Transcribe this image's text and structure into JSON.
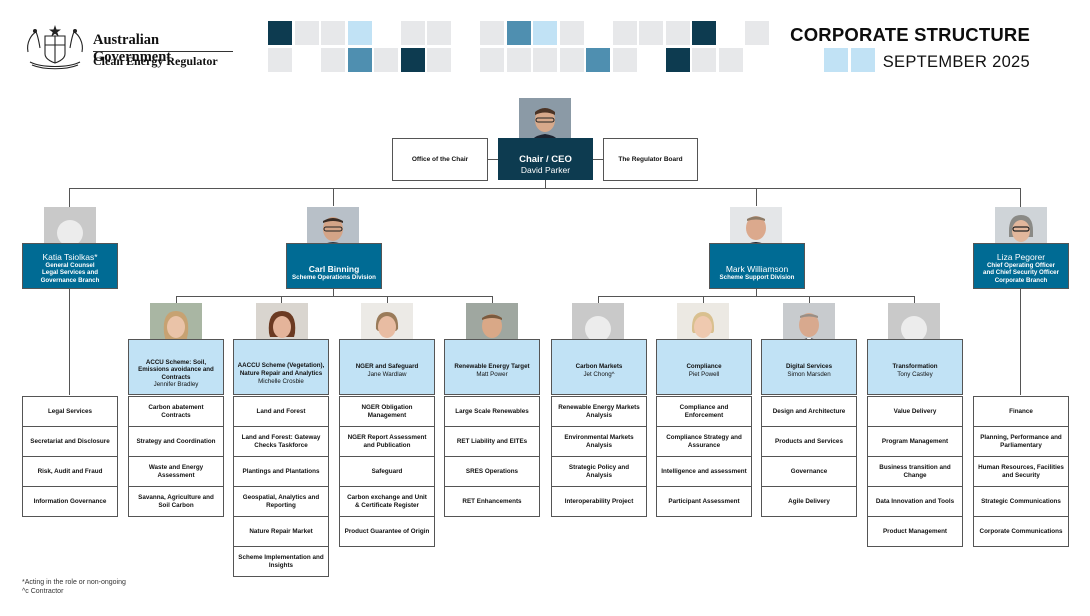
{
  "header": {
    "org_name": "Australian Government",
    "org_sub": "Clean Energy Regulator",
    "title": "CORPORATE STRUCTURE",
    "date": "SEPTEMBER 2025"
  },
  "colors": {
    "ceo_box": "#0d3b50",
    "exec_box": "#006b94",
    "branch_box": "#c1e2f5",
    "tile_dark": "#0d3b50",
    "tile_mid": "#005a80",
    "tile_steel": "#4f8fb0",
    "tile_light": "#c1e2f5",
    "tile_grey": "#e7e8ea"
  },
  "top": {
    "office_of_chair": "Office of the Chair",
    "ceo_title": "Chair / CEO",
    "ceo_name": "David Parker",
    "regulator_board": "The Regulator Board"
  },
  "executives": [
    {
      "name": "Katia Tsiolkas*",
      "role": "General Counsel\nLegal Services and\nGovernance Branch"
    },
    {
      "name": "Carl Binning",
      "role": "Scheme Operations Division"
    },
    {
      "name": "Mark Williamson",
      "role": "Scheme Support Division"
    },
    {
      "name": "Liza Pegorer",
      "role": "Chief Operating Officer\nand Chief Security Officer\nCorporate Branch"
    }
  ],
  "branches": [
    {
      "title": "ACCU Scheme: Soil, Emissions avoidance and Contracts",
      "name": "Jennifer Bradley"
    },
    {
      "title": "AACCU Scheme (Vegetation), Nature Repair and Analytics",
      "name": "Michelle Crosbie"
    },
    {
      "title": "NGER and Safeguard",
      "name": "Jane Wardlaw"
    },
    {
      "title": "Renewable Energy Target",
      "name": "Matt Power"
    },
    {
      "title": "Carbon Markets",
      "name": "Jet Chong^"
    },
    {
      "title": "Compliance",
      "name": "Piet Powell"
    },
    {
      "title": "Digital Services",
      "name": "Simon Marsden"
    },
    {
      "title": "Transformation",
      "name": "Tony Castley"
    }
  ],
  "sections": {
    "legal": [
      "Legal Services",
      "Secretariat and Disclosure",
      "Risk, Audit and Fraud",
      "Information Governance"
    ],
    "accu_soil": [
      "Carbon abatement Contracts",
      "Strategy and Coordination",
      "Waste and Energy Assessment",
      "Savanna, Agriculture and Soil Carbon"
    ],
    "accu_veg": [
      "Land and Forest",
      "Land and Forest: Gateway Checks Taskforce",
      "Plantings and Plantations",
      "Geospatial, Analytics and Reporting",
      "Nature Repair Market",
      "Scheme Implementation and Insights"
    ],
    "nger": [
      "NGER Obligation Management",
      "NGER Report Assessment and Publication",
      "Safeguard",
      "Carbon exchange and Unit & Certificate Register",
      "Product Guarantee of Origin"
    ],
    "ret": [
      "Large Scale Renewables",
      "RET Liability and EITEs",
      "SRES Operations",
      "RET Enhancements"
    ],
    "carbon_markets": [
      "Renewable Energy Markets Analysis",
      "Environmental Markets Analysis",
      "Strategic Policy and Analysis",
      "Interoperability Project"
    ],
    "compliance": [
      "Compliance and Enforcement",
      "Compliance Strategy and Assurance",
      "Intelligence and assessment",
      "Participant Assessment"
    ],
    "digital": [
      "Design and Architecture",
      "Products and Services",
      "Governance",
      "Agile Delivery"
    ],
    "transformation": [
      "Value Delivery",
      "Program Management",
      "Business transition and Change",
      "Data Innovation and Tools",
      "Product Management"
    ],
    "corporate": [
      "Finance",
      "Planning, Performance and Parliamentary",
      "Human Resources, Facilities and Security",
      "Strategic Communications",
      "Corporate Communications"
    ]
  },
  "footnotes": [
    "*Acting in the role or non-ongoing",
    "^c Contractor"
  ]
}
